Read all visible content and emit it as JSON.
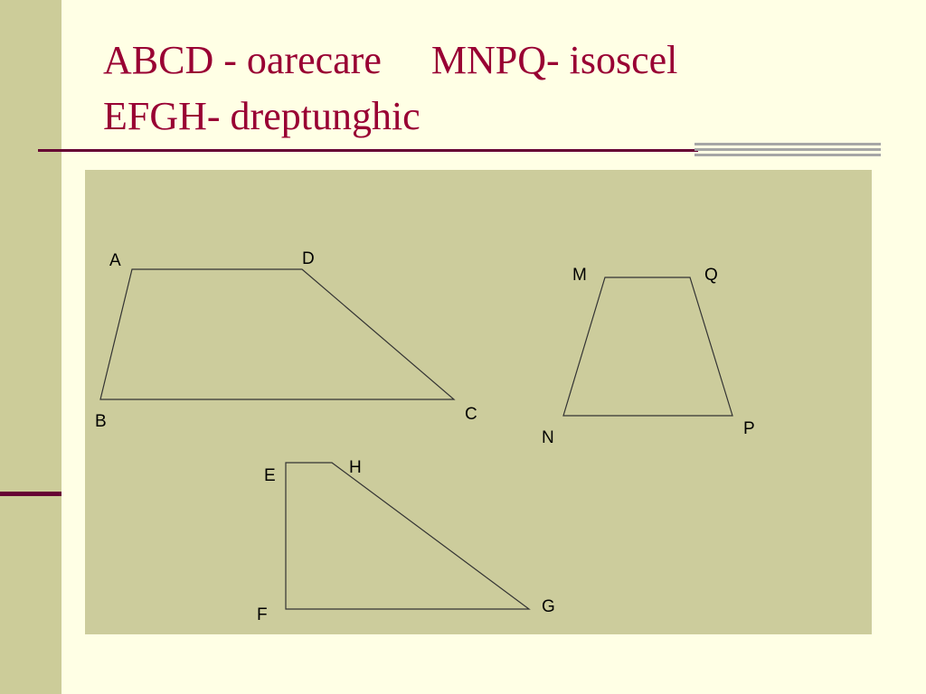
{
  "slide": {
    "title_line1": "ABCD - oarecare     MNPQ- isoscel",
    "title_line2": "EFGH- dreptunghic",
    "colors": {
      "background": "#FFFFE5",
      "side_band": "#CCCC99",
      "panel": "#CCCC9C",
      "title_text": "#990033",
      "rule": "#660033",
      "accent_rule": "#A6A6A6"
    }
  },
  "diagram": {
    "trapezoids": [
      {
        "name": "ABCD",
        "vertex_labels": [
          "A",
          "D",
          "C",
          "B"
        ]
      },
      {
        "name": "MNPQ",
        "vertex_labels": [
          "M",
          "Q",
          "P",
          "N"
        ]
      },
      {
        "name": "EFGH",
        "vertex_labels": [
          "E",
          "H",
          "G",
          "F"
        ]
      }
    ]
  }
}
